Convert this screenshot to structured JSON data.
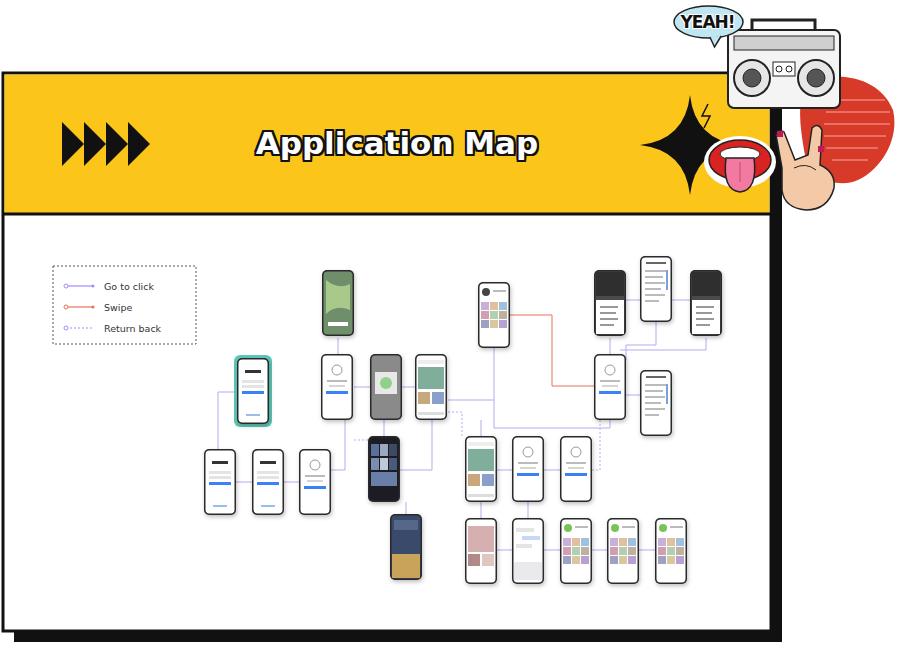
{
  "diagram": {
    "title": "Application Map",
    "nodes": [
      {
        "text": [
          "YEAH!"
        ]
      }
    ],
    "legend": [
      {
        "text": "Go to click"
      },
      {
        "text": "Swipe"
      },
      {
        "text": "Return back"
      }
    ]
  }
}
